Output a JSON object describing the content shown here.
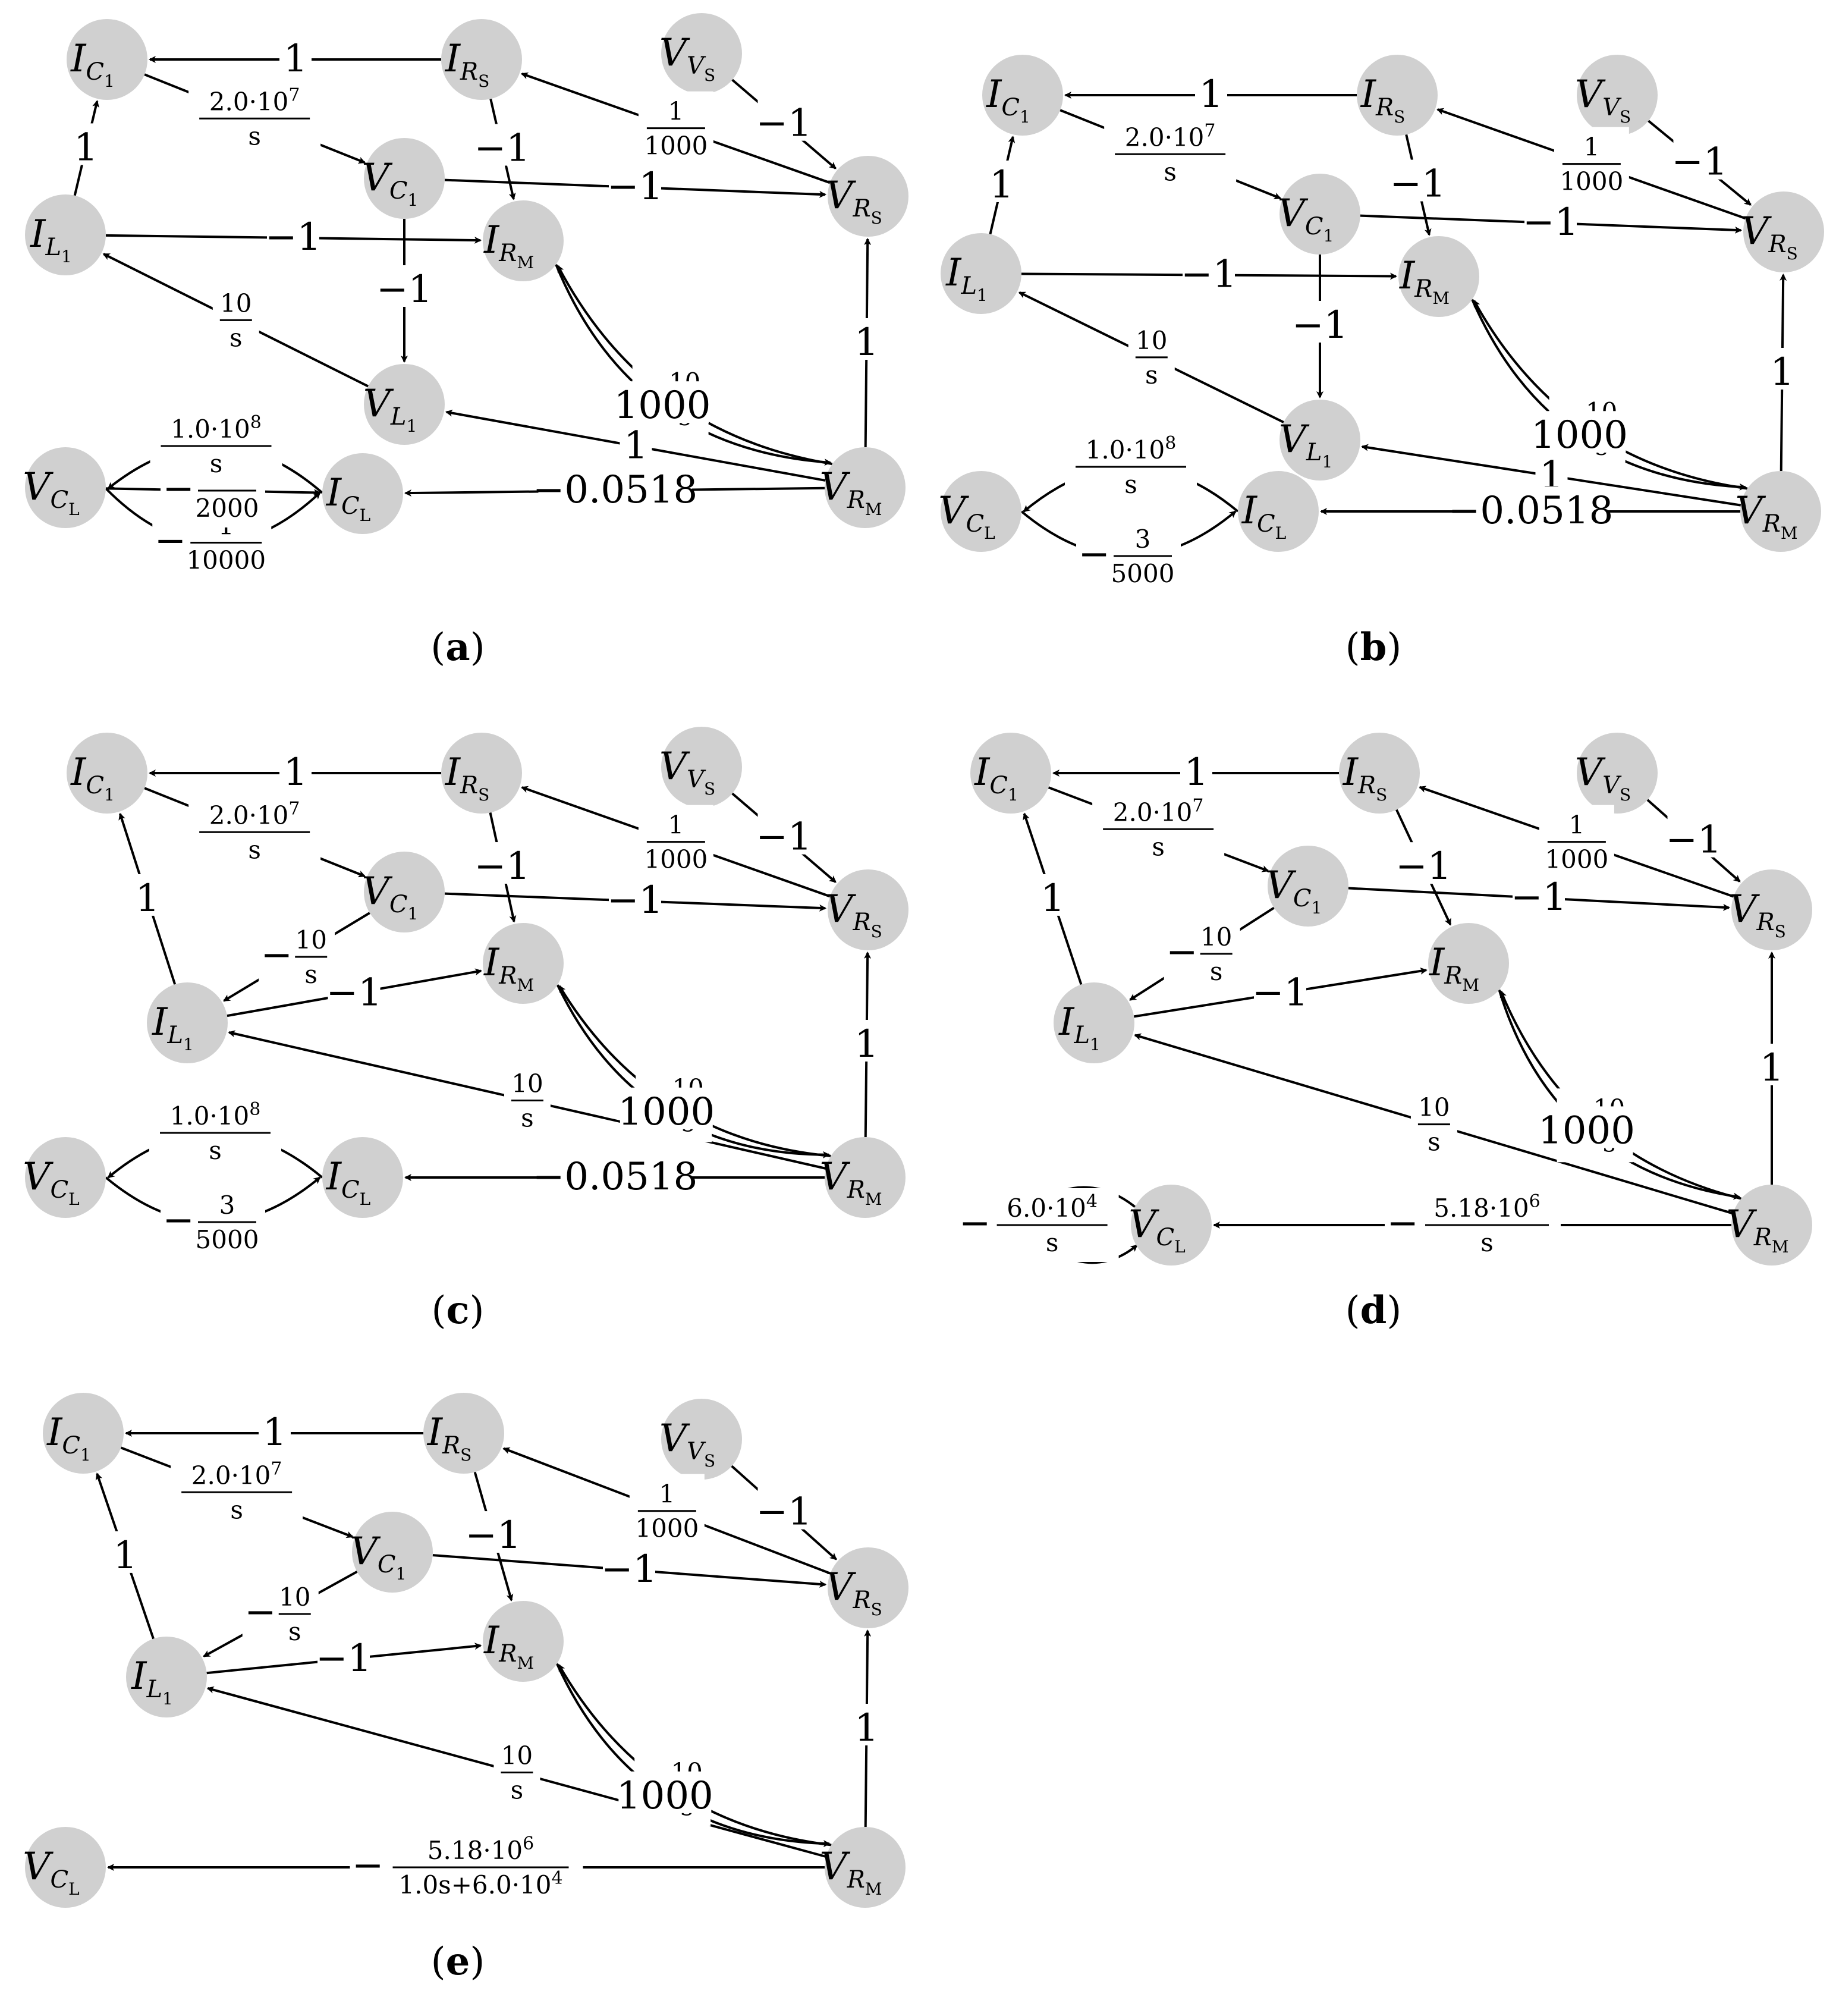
{
  "panels": [
    {
      "caption": "a",
      "nodes": [
        {
          "id": "IC1",
          "main": "I",
          "sub": "C",
          "sub2": "1"
        },
        {
          "id": "IRS",
          "main": "I",
          "sub": "R",
          "sub2": "S"
        },
        {
          "id": "VVS",
          "main": "V",
          "sub": "V",
          "sub2": "S"
        },
        {
          "id": "VC1",
          "main": "V",
          "sub": "C",
          "sub2": "1"
        },
        {
          "id": "VRS",
          "main": "V",
          "sub": "R",
          "sub2": "S"
        },
        {
          "id": "IL1",
          "main": "I",
          "sub": "L",
          "sub2": "1"
        },
        {
          "id": "IRM",
          "main": "I",
          "sub": "R",
          "sub2": "M"
        },
        {
          "id": "VL1",
          "main": "V",
          "sub": "L",
          "sub2": "1"
        },
        {
          "id": "VCL",
          "main": "V",
          "sub": "C",
          "sub2": "L"
        },
        {
          "id": "ICL",
          "main": "I",
          "sub": "C",
          "sub2": "L"
        },
        {
          "id": "VRM",
          "main": "V",
          "sub": "R",
          "sub2": "M"
        }
      ],
      "edges": [
        {
          "from": "IRS",
          "to": "IC1",
          "label": {
            "t": "1"
          }
        },
        {
          "from": "IC1",
          "to": "VC1",
          "label": {
            "n": "2.0·10",
            "e": "7",
            "d": "s"
          }
        },
        {
          "from": "IL1",
          "to": "IC1",
          "label": {
            "t": "1"
          }
        },
        {
          "from": "IRS",
          "to": "IRM",
          "label": {
            "t": "−1"
          }
        },
        {
          "from": "VVS",
          "to": "VRS",
          "label": {
            "t": "−1"
          }
        },
        {
          "from": "VRS",
          "to": "IRS",
          "label": {
            "n": "1",
            "d": "1000"
          }
        },
        {
          "from": "VC1",
          "to": "VRS",
          "label": {
            "t": "−1"
          }
        },
        {
          "from": "IL1",
          "to": "IRM",
          "label": {
            "t": "−1"
          }
        },
        {
          "from": "VC1",
          "to": "VL1",
          "label": {
            "t": "−1"
          }
        },
        {
          "from": "VL1",
          "to": "IL1",
          "label": {
            "n": "10",
            "d": "s"
          }
        },
        {
          "from": "VRM",
          "to": "IRM",
          "label": {
            "pre": "−",
            "n": "10",
            "d": "s"
          }
        },
        {
          "from": "IRM",
          "to": "VRM",
          "label": {
            "t": "1000"
          }
        },
        {
          "from": "VRM",
          "to": "VRS",
          "label": {
            "t": "1"
          }
        },
        {
          "from": "VRM",
          "to": "VL1",
          "label": {
            "t": "1"
          }
        },
        {
          "from": "VRM",
          "to": "ICL",
          "label": {
            "t": "−0.0518"
          }
        },
        {
          "from": "VCL",
          "to": "ICL",
          "label": {
            "pre": "−",
            "n": "1",
            "d": "10000"
          }
        },
        {
          "from": "VCL",
          "to": "ICL",
          "label": {
            "pre": "−",
            "n": "1",
            "d": "2000"
          }
        },
        {
          "from": "ICL",
          "to": "VCL",
          "label": {
            "n": "1.0·10",
            "e": "8",
            "d": "s"
          }
        }
      ]
    },
    {
      "caption": "b",
      "nodes": [
        {
          "id": "IC1",
          "main": "I",
          "sub": "C",
          "sub2": "1"
        },
        {
          "id": "IRS",
          "main": "I",
          "sub": "R",
          "sub2": "S"
        },
        {
          "id": "VVS",
          "main": "V",
          "sub": "V",
          "sub2": "S"
        },
        {
          "id": "VC1",
          "main": "V",
          "sub": "C",
          "sub2": "1"
        },
        {
          "id": "VRS",
          "main": "V",
          "sub": "R",
          "sub2": "S"
        },
        {
          "id": "IL1",
          "main": "I",
          "sub": "L",
          "sub2": "1"
        },
        {
          "id": "IRM",
          "main": "I",
          "sub": "R",
          "sub2": "M"
        },
        {
          "id": "VL1",
          "main": "V",
          "sub": "L",
          "sub2": "1"
        },
        {
          "id": "VCL",
          "main": "V",
          "sub": "C",
          "sub2": "L"
        },
        {
          "id": "ICL",
          "main": "I",
          "sub": "C",
          "sub2": "L"
        },
        {
          "id": "VRM",
          "main": "V",
          "sub": "R",
          "sub2": "M"
        }
      ],
      "edges": [
        {
          "from": "IRS",
          "to": "IC1",
          "label": {
            "t": "1"
          }
        },
        {
          "from": "IC1",
          "to": "VC1",
          "label": {
            "n": "2.0·10",
            "e": "7",
            "d": "s"
          }
        },
        {
          "from": "IL1",
          "to": "IC1",
          "label": {
            "t": "1"
          }
        },
        {
          "from": "IRS",
          "to": "IRM",
          "label": {
            "t": "−1"
          }
        },
        {
          "from": "VVS",
          "to": "VRS",
          "label": {
            "t": "−1"
          }
        },
        {
          "from": "VRS",
          "to": "IRS",
          "label": {
            "n": "1",
            "d": "1000"
          }
        },
        {
          "from": "VC1",
          "to": "VRS",
          "label": {
            "t": "−1"
          }
        },
        {
          "from": "IL1",
          "to": "IRM",
          "label": {
            "t": "−1"
          }
        },
        {
          "from": "VC1",
          "to": "VL1",
          "label": {
            "t": "−1"
          }
        },
        {
          "from": "VL1",
          "to": "IL1",
          "label": {
            "n": "10",
            "d": "s"
          }
        },
        {
          "from": "VRM",
          "to": "IRM",
          "label": {
            "pre": "−",
            "n": "10",
            "d": "s"
          }
        },
        {
          "from": "IRM",
          "to": "VRM",
          "label": {
            "t": "1000"
          }
        },
        {
          "from": "VRM",
          "to": "VRS",
          "label": {
            "t": "1"
          }
        },
        {
          "from": "VRM",
          "to": "VL1",
          "label": {
            "t": "1"
          }
        },
        {
          "from": "VRM",
          "to": "ICL",
          "label": {
            "t": "−0.0518"
          }
        },
        {
          "from": "VCL",
          "to": "ICL",
          "label": {
            "pre": "−",
            "n": "3",
            "d": "5000"
          }
        },
        {
          "from": "ICL",
          "to": "VCL",
          "label": {
            "n": "1.0·10",
            "e": "8",
            "d": "s"
          }
        }
      ]
    },
    {
      "caption": "c",
      "nodes": [
        {
          "id": "IC1",
          "main": "I",
          "sub": "C",
          "sub2": "1"
        },
        {
          "id": "IRS",
          "main": "I",
          "sub": "R",
          "sub2": "S"
        },
        {
          "id": "VVS",
          "main": "V",
          "sub": "V",
          "sub2": "S"
        },
        {
          "id": "VC1",
          "main": "V",
          "sub": "C",
          "sub2": "1"
        },
        {
          "id": "VRS",
          "main": "V",
          "sub": "R",
          "sub2": "S"
        },
        {
          "id": "IL1",
          "main": "I",
          "sub": "L",
          "sub2": "1"
        },
        {
          "id": "IRM",
          "main": "I",
          "sub": "R",
          "sub2": "M"
        },
        {
          "id": "VCL",
          "main": "V",
          "sub": "C",
          "sub2": "L"
        },
        {
          "id": "ICL",
          "main": "I",
          "sub": "C",
          "sub2": "L"
        },
        {
          "id": "VRM",
          "main": "V",
          "sub": "R",
          "sub2": "M"
        }
      ],
      "edges": [
        {
          "from": "IRS",
          "to": "IC1",
          "label": {
            "t": "1"
          }
        },
        {
          "from": "IC1",
          "to": "VC1",
          "label": {
            "n": "2.0·10",
            "e": "7",
            "d": "s"
          }
        },
        {
          "from": "IL1",
          "to": "IC1",
          "label": {
            "t": "1"
          }
        },
        {
          "from": "IRS",
          "to": "IRM",
          "label": {
            "t": "−1"
          }
        },
        {
          "from": "VVS",
          "to": "VRS",
          "label": {
            "t": "−1"
          }
        },
        {
          "from": "VRS",
          "to": "IRS",
          "label": {
            "n": "1",
            "d": "1000"
          }
        },
        {
          "from": "VC1",
          "to": "VRS",
          "label": {
            "t": "−1"
          }
        },
        {
          "from": "VC1",
          "to": "IL1",
          "label": {
            "pre": "−",
            "n": "10",
            "d": "s"
          }
        },
        {
          "from": "IL1",
          "to": "IRM",
          "label": {
            "t": "−1"
          }
        },
        {
          "from": "VRM",
          "to": "IL1",
          "label": {
            "n": "10",
            "d": "s"
          }
        },
        {
          "from": "VRM",
          "to": "IRM",
          "label": {
            "pre": "−",
            "n": "10",
            "d": "s"
          }
        },
        {
          "from": "IRM",
          "to": "VRM",
          "label": {
            "t": "1000"
          }
        },
        {
          "from": "VRM",
          "to": "VRS",
          "label": {
            "t": "1"
          }
        },
        {
          "from": "VRM",
          "to": "ICL",
          "label": {
            "t": "−0.0518"
          }
        },
        {
          "from": "VCL",
          "to": "ICL",
          "label": {
            "pre": "−",
            "n": "3",
            "d": "5000"
          }
        },
        {
          "from": "ICL",
          "to": "VCL",
          "label": {
            "n": "1.0·10",
            "e": "8",
            "d": "s"
          }
        }
      ]
    },
    {
      "caption": "d",
      "nodes": [
        {
          "id": "IC1",
          "main": "I",
          "sub": "C",
          "sub2": "1"
        },
        {
          "id": "IRS",
          "main": "I",
          "sub": "R",
          "sub2": "S"
        },
        {
          "id": "VVS",
          "main": "V",
          "sub": "V",
          "sub2": "S"
        },
        {
          "id": "VC1",
          "main": "V",
          "sub": "C",
          "sub2": "1"
        },
        {
          "id": "VRS",
          "main": "V",
          "sub": "R",
          "sub2": "S"
        },
        {
          "id": "IL1",
          "main": "I",
          "sub": "L",
          "sub2": "1"
        },
        {
          "id": "IRM",
          "main": "I",
          "sub": "R",
          "sub2": "M"
        },
        {
          "id": "VCL",
          "main": "V",
          "sub": "C",
          "sub2": "L"
        },
        {
          "id": "VRM",
          "main": "V",
          "sub": "R",
          "sub2": "M"
        }
      ],
      "edges": [
        {
          "from": "IRS",
          "to": "IC1",
          "label": {
            "t": "1"
          }
        },
        {
          "from": "IC1",
          "to": "VC1",
          "label": {
            "n": "2.0·10",
            "e": "7",
            "d": "s"
          }
        },
        {
          "from": "IL1",
          "to": "IC1",
          "label": {
            "t": "1"
          }
        },
        {
          "from": "IRS",
          "to": "IRM",
          "label": {
            "t": "−1"
          }
        },
        {
          "from": "VVS",
          "to": "VRS",
          "label": {
            "t": "−1"
          }
        },
        {
          "from": "VRS",
          "to": "IRS",
          "label": {
            "n": "1",
            "d": "1000"
          }
        },
        {
          "from": "VC1",
          "to": "VRS",
          "label": {
            "t": "−1"
          }
        },
        {
          "from": "VC1",
          "to": "IL1",
          "label": {
            "pre": "−",
            "n": "10",
            "d": "s"
          }
        },
        {
          "from": "IL1",
          "to": "IRM",
          "label": {
            "t": "−1"
          }
        },
        {
          "from": "VRM",
          "to": "IL1",
          "label": {
            "n": "10",
            "d": "s"
          }
        },
        {
          "from": "VRM",
          "to": "IRM",
          "label": {
            "pre": "−",
            "n": "10",
            "d": "s"
          }
        },
        {
          "from": "IRM",
          "to": "VRM",
          "label": {
            "t": "1000"
          }
        },
        {
          "from": "VRM",
          "to": "VRS",
          "label": {
            "t": "1"
          }
        },
        {
          "from": "VRM",
          "to": "VCL",
          "label": {
            "pre": "−",
            "n": "5.18·10",
            "e": "6",
            "d": "s"
          }
        },
        {
          "from": "VCL",
          "to": "VCL",
          "label": {
            "pre": "−",
            "n": "6.0·10",
            "e": "4",
            "d": "s"
          }
        }
      ]
    },
    {
      "caption": "e",
      "nodes": [
        {
          "id": "IC1",
          "main": "I",
          "sub": "C",
          "sub2": "1"
        },
        {
          "id": "IRS",
          "main": "I",
          "sub": "R",
          "sub2": "S"
        },
        {
          "id": "VVS",
          "main": "V",
          "sub": "V",
          "sub2": "S"
        },
        {
          "id": "VC1",
          "main": "V",
          "sub": "C",
          "sub2": "1"
        },
        {
          "id": "VRS",
          "main": "V",
          "sub": "R",
          "sub2": "S"
        },
        {
          "id": "IL1",
          "main": "I",
          "sub": "L",
          "sub2": "1"
        },
        {
          "id": "IRM",
          "main": "I",
          "sub": "R",
          "sub2": "M"
        },
        {
          "id": "VCL",
          "main": "V",
          "sub": "C",
          "sub2": "L"
        },
        {
          "id": "VRM",
          "main": "V",
          "sub": "R",
          "sub2": "M"
        }
      ],
      "edges": [
        {
          "from": "IRS",
          "to": "IC1",
          "label": {
            "t": "1"
          }
        },
        {
          "from": "IC1",
          "to": "VC1",
          "label": {
            "n": "2.0·10",
            "e": "7",
            "d": "s"
          }
        },
        {
          "from": "IL1",
          "to": "IC1",
          "label": {
            "t": "1"
          }
        },
        {
          "from": "IRS",
          "to": "IRM",
          "label": {
            "t": "−1"
          }
        },
        {
          "from": "VVS",
          "to": "VRS",
          "label": {
            "t": "−1"
          }
        },
        {
          "from": "VRS",
          "to": "IRS",
          "label": {
            "n": "1",
            "d": "1000"
          }
        },
        {
          "from": "VC1",
          "to": "VRS",
          "label": {
            "t": "−1"
          }
        },
        {
          "from": "VC1",
          "to": "IL1",
          "label": {
            "pre": "−",
            "n": "10",
            "d": "s"
          }
        },
        {
          "from": "IL1",
          "to": "IRM",
          "label": {
            "t": "−1"
          }
        },
        {
          "from": "VRM",
          "to": "IL1",
          "label": {
            "n": "10",
            "d": "s"
          }
        },
        {
          "from": "VRM",
          "to": "IRM",
          "label": {
            "pre": "−",
            "n": "10",
            "d": "s"
          }
        },
        {
          "from": "IRM",
          "to": "VRM",
          "label": {
            "t": "1000"
          }
        },
        {
          "from": "VRM",
          "to": "VRS",
          "label": {
            "t": "1"
          }
        },
        {
          "from": "VRM",
          "to": "VCL",
          "label": {
            "pre": "−",
            "n": "5.18·10",
            "e": "6",
            "d": "1.0s+6.0·10",
            "de": "4"
          }
        }
      ]
    }
  ]
}
